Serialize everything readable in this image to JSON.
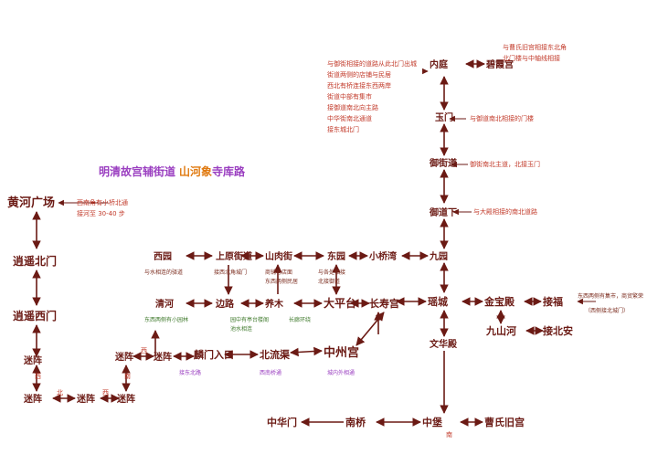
{
  "title": {
    "part1": "明清故宫辅街道",
    "part2": "山河象",
    "part3": "寺库路"
  },
  "nodes": {
    "huanghe": "黄河广场",
    "xiaoyanbei": "逍遥北门",
    "xiaoyanxi": "逍遥西门",
    "mizhenA": "迷阵",
    "mizhenB": "迷阵",
    "mizhenC": "迷阵",
    "mizhenD": "迷阵",
    "mizhenE": "迷阵",
    "mizhenF": "迷阵",
    "juanluru": "麟门入口",
    "beiliuqi": "北流渠",
    "zhongzhou": "中州宫",
    "yumen": "玉门",
    "yujiequ": "御街道",
    "yudaoxia": "御道下",
    "shangyuan": "上原街道",
    "shanrou": "山肉街",
    "xiaoqiao": "小桥湾",
    "xiyuan": "西园",
    "dongyuan": "东园",
    "qinghe": "清河",
    "jiuyuan": "九园",
    "bianlu": "边路",
    "dapingtai": "大平台",
    "changshou": "长寿宫",
    "yaochen": "瑶城",
    "neiting": "内庭",
    "bixia": "碧霞宫",
    "yangmu": "养木",
    "wenhua": "文华殿",
    "jinbao": "金宝殿",
    "jiefu": "接福",
    "zhonghua": "中华门",
    "jiushan": "九山河",
    "jiebeian": "接北安",
    "nanqiao": "南桥",
    "zhongbao": "中堡",
    "caoshi": "曹氏旧宫"
  },
  "notes": {
    "n_top_left": "与御街相接的道路从此北门出城",
    "n_top_l2": "街道两侧的店铺与民居",
    "n_top_l3": "西北有桥连接东西两岸",
    "n_top_l4": "街道中部有集市",
    "n_top_l5": "接御道南北向主路",
    "n_top_l6": "中华街南北通道",
    "n_top_l7": "接东城北门",
    "n_top_r1": "与曹氏旧宫相接东北角",
    "n_top_r2": "北门楼与中轴线相接",
    "n_yumen": "与御道南北相接的门楼",
    "n_yujie": "御街南北主道，北接玉门",
    "n_yudao": "与大殿相接的南北道路",
    "n_huanghe1": "西南角有小桥北通",
    "n_huanghe2": "接河至 30-40 步",
    "n_mid1": "与水相连的驿道",
    "n_mid2": "接西北角城门",
    "n_mid3": "商铺与店面",
    "n_mid4": "东西两侧民居",
    "n_mid5": "与各处相接",
    "n_mid6": "北接御道",
    "n_g1": "东西两侧有小园林",
    "n_g2": "园中有亭台楼阁",
    "n_g3": "池水相连",
    "n_g4": "长廊环绕",
    "n_p1": "接东北路",
    "n_p2": "西南桥通",
    "n_p3": "城内外相通",
    "n_right_far": "东西两侧有集市，商贸繁荣",
    "n_right_far2": "（西侧接北城门）"
  },
  "edge_labels": {
    "e1": "西",
    "e2": "北",
    "e3": "西",
    "e4": "西",
    "e5": "南",
    "e6": "北",
    "e7": "南"
  },
  "colors": {
    "node": "#6b1a14",
    "note_red": "#c23a2a",
    "note_green": "#3f7a2c",
    "note_purple": "#9a3ec0",
    "title_orange": "#e07a10"
  }
}
